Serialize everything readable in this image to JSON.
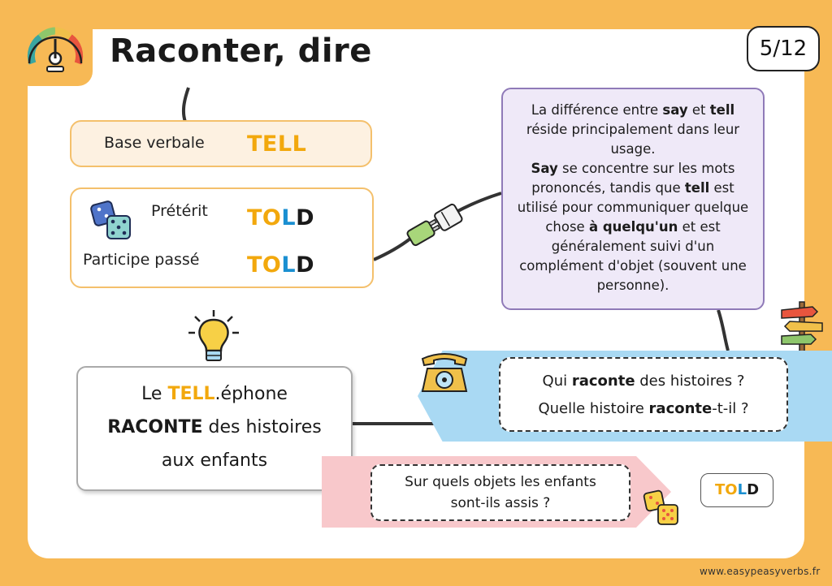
{
  "header": {
    "title": "Raconter, dire",
    "page": "5/12"
  },
  "verb_forms": {
    "base_label": "Base verbale",
    "base_value": "TELL",
    "preterit_label": "Prétérit",
    "preterit_parts": [
      "TO",
      "L",
      "D"
    ],
    "participle_label": "Participe passé",
    "participle_parts": [
      "TO",
      "L",
      "D"
    ]
  },
  "explanation": {
    "line1_pre": "La différence entre ",
    "say": "say",
    "line1_mid": " et ",
    "tell": "tell",
    "line1_post": " réside principalement dans leur usage.",
    "line2_say": "Say",
    "line2_a": " se concentre sur les mots prononcés, tandis que ",
    "line2_tell": "tell",
    "line2_b": " est utilisé pour communiquer quelque chose ",
    "line2_bold": "à quelqu'un",
    "line2_c": " et est généralement suivi d'un complément d'objet (souvent une personne)."
  },
  "mnemonic": {
    "pre": "Le ",
    "tell": "TELL",
    "post": ".éphone",
    "raconte": "RACONTE",
    "line2_rest": " des histoires",
    "line3": "aux enfants"
  },
  "questions": {
    "q1_pre": "Qui ",
    "q1_bold": "raconte",
    "q1_post": " des histoires ?",
    "q2_pre": "Quelle histoire ",
    "q2_bold": "raconte",
    "q2_post": "-t-il ?",
    "q3_line1": "Sur quels objets les enfants",
    "q3_line2": "sont-ils assis ?"
  },
  "answer": {
    "parts": [
      "TO",
      "L",
      "D"
    ]
  },
  "footer": {
    "credit": "www.easypeasyverbs.fr"
  },
  "colors": {
    "background": "#f7b955",
    "orange": "#f2a80d",
    "blue": "#1a8fd1",
    "lilac": "#efe9f8",
    "sky": "#a9d9f3",
    "pink": "#f8c8cb"
  }
}
